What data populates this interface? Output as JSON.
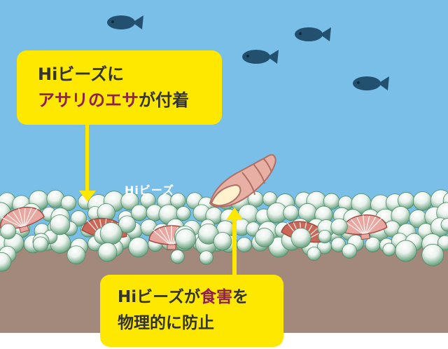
{
  "colors": {
    "sea": "#79bfe8",
    "seabed": "#a2897c",
    "callout": "#ffe800",
    "highlight": "#8f1e52",
    "arrow": "#ffe800",
    "fish": "#23506f",
    "bead_light": "#ffffff",
    "bead_green": "#5a9a73",
    "clam_light": "#e8a7a0",
    "clam_dark": "#c96859",
    "snail_shell": "#e8b0a4",
    "snail_opening": "#fff2cc"
  },
  "callout_top": {
    "line1": "Hiビーズに",
    "line2_highlight": "アサリのエサ",
    "line2_rest": "が付着"
  },
  "callout_bottom": {
    "line1_start": "Hiビーズが",
    "line1_highlight": "食害",
    "line1_end": "を",
    "line2": "物理的に防止"
  },
  "beads_label": "Hiビーズ",
  "icons": [
    "fish-icon",
    "fish-icon",
    "fish-icon",
    "fish-icon",
    "clam-icon",
    "snail-icon",
    "bead-icon"
  ]
}
